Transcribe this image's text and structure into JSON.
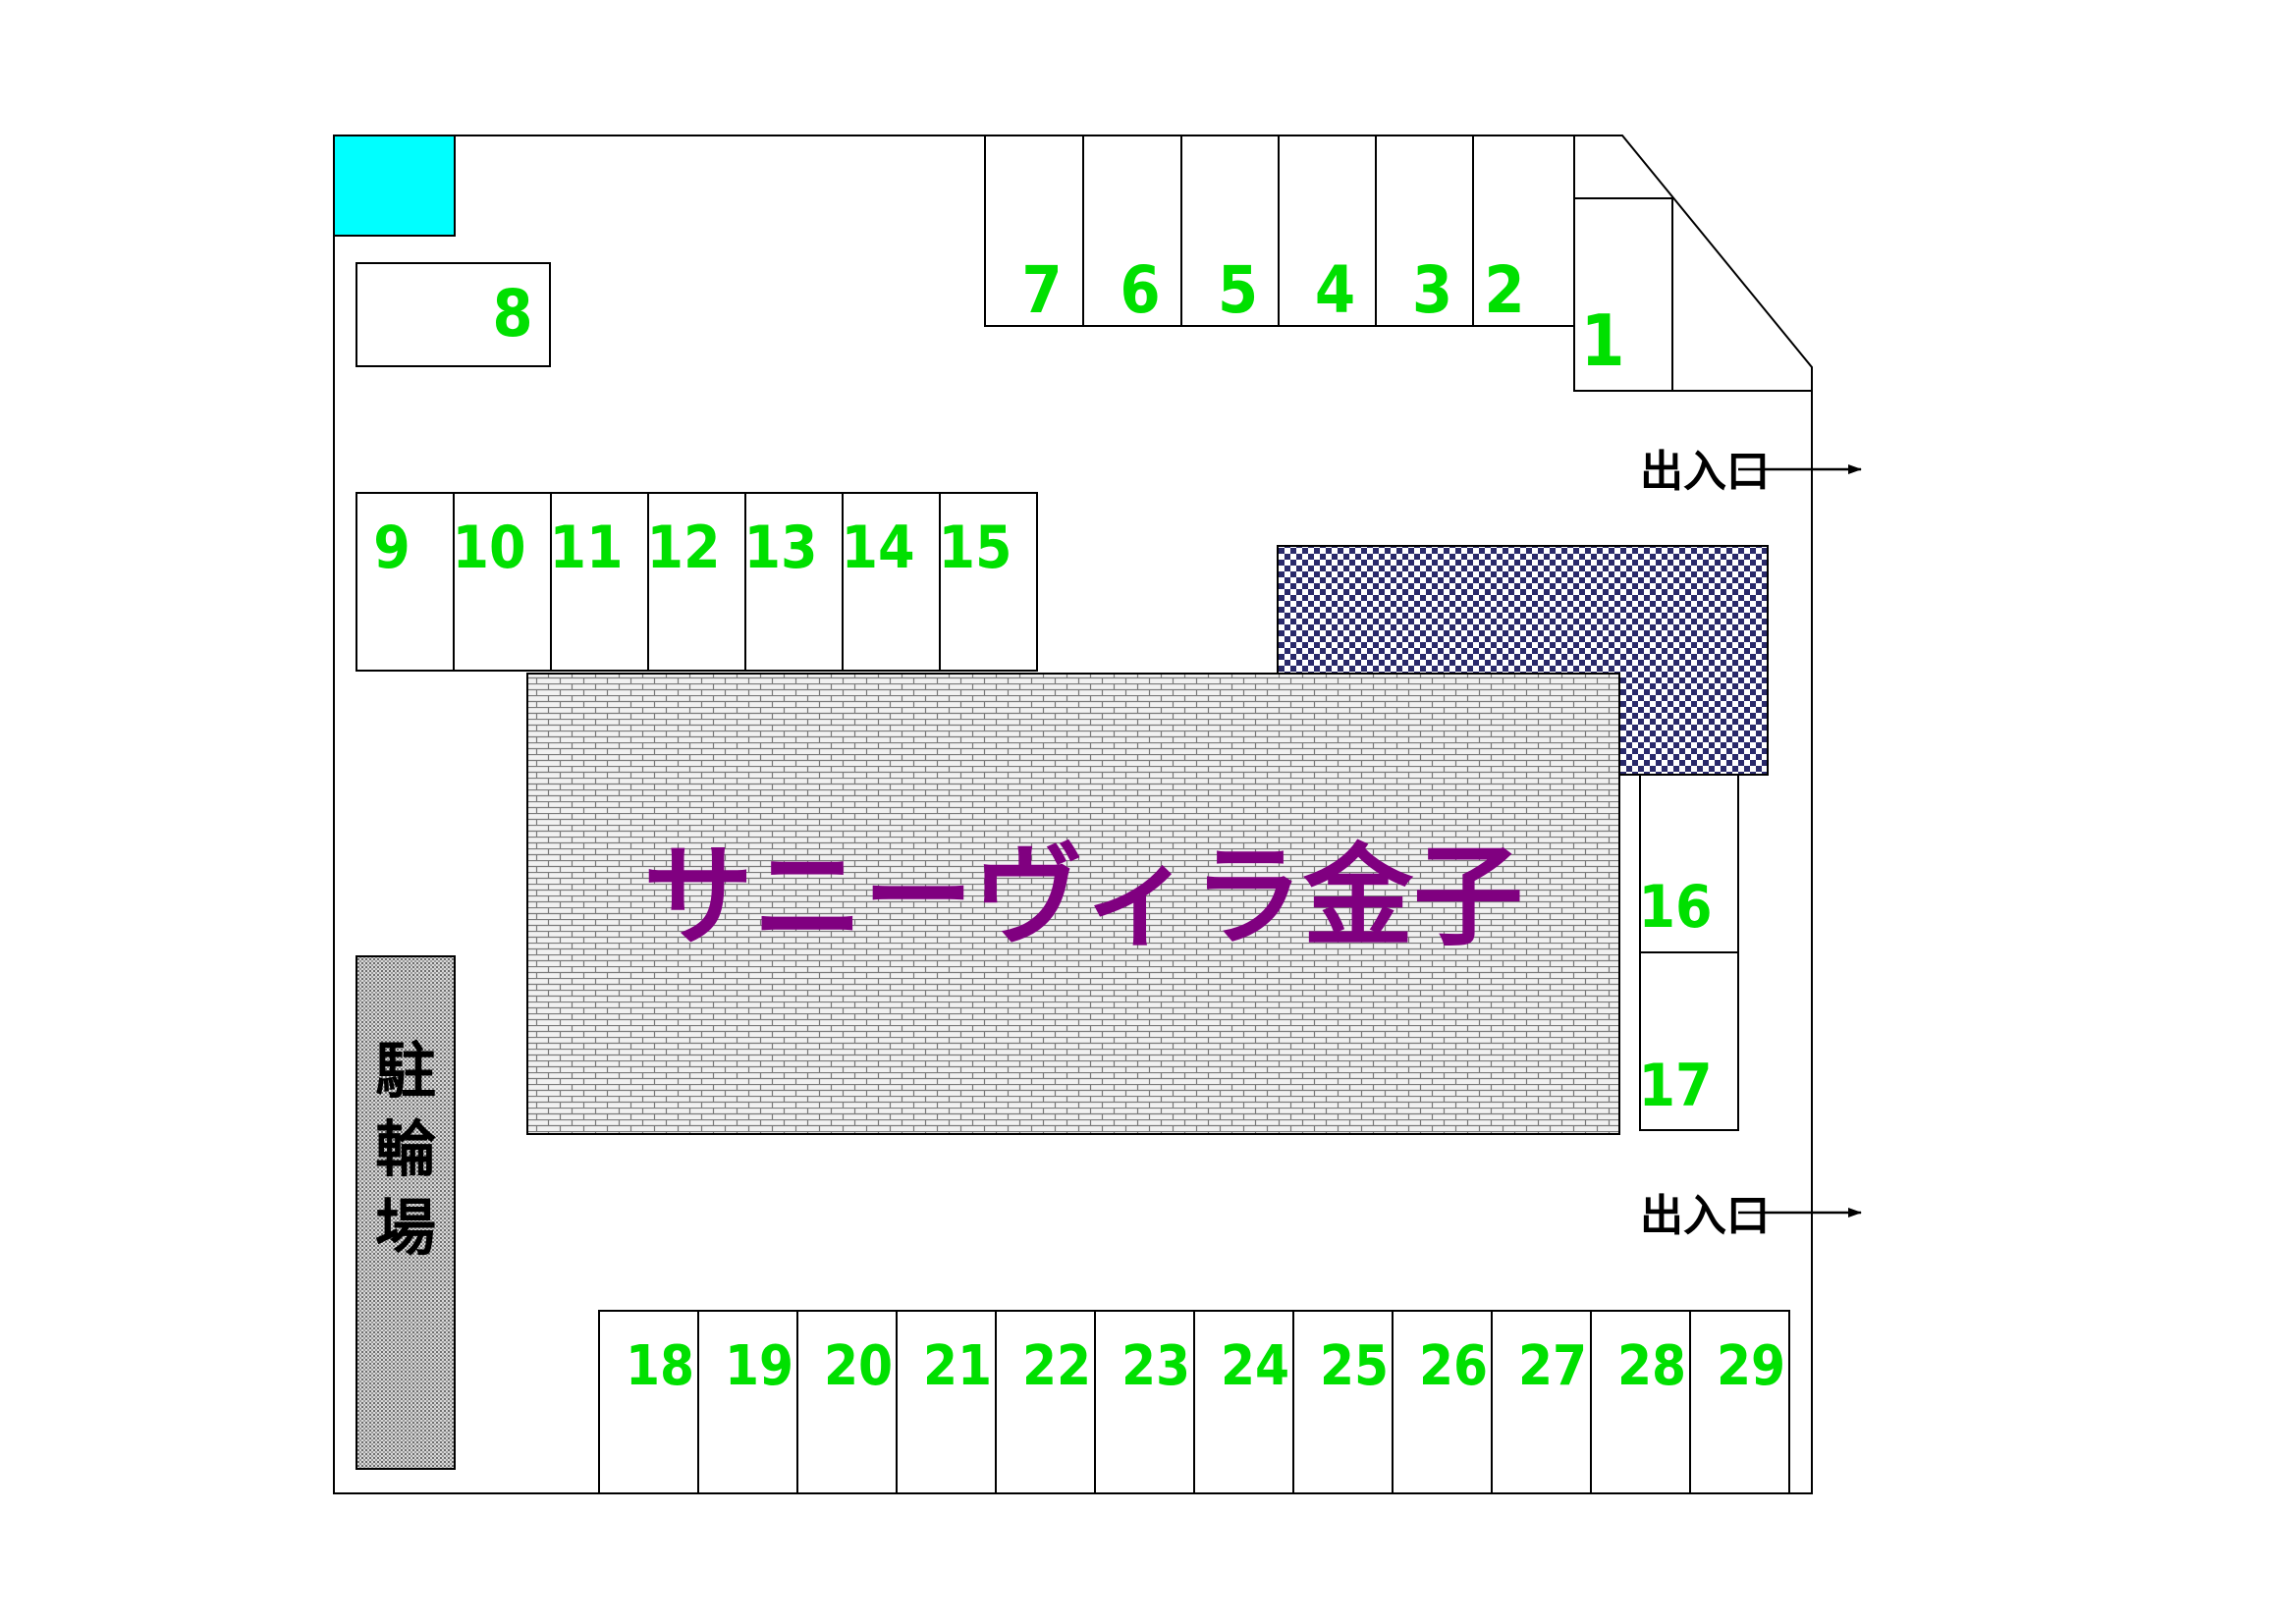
{
  "building": {
    "name": "サニーヴィラ金子"
  },
  "bicycle_parking": {
    "label": "駐輪場"
  },
  "entrances": [
    {
      "label": "出入口"
    },
    {
      "label": "出入口"
    }
  ],
  "spaces": {
    "top_row": [
      "7",
      "6",
      "5",
      "4",
      "3",
      "2"
    ],
    "corner": "1",
    "single": "8",
    "middle_row": [
      "9",
      "10",
      "11",
      "12",
      "13",
      "14",
      "15"
    ],
    "right_column": [
      "16",
      "17"
    ],
    "bottom_row": [
      "18",
      "19",
      "20",
      "21",
      "22",
      "23",
      "24",
      "25",
      "26",
      "27",
      "28",
      "29"
    ]
  },
  "colors": {
    "space_number": "#00e000",
    "building_name": "#800080",
    "marker_square": "#00ffff",
    "outline": "#000000",
    "checker_dark": "#2a2a6a"
  }
}
